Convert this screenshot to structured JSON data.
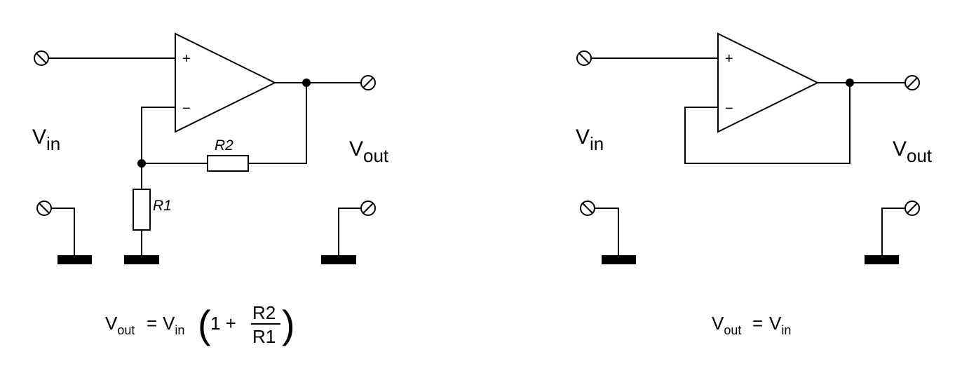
{
  "left_circuit": {
    "input_label_main": "V",
    "input_label_sub": "in",
    "output_label_main": "V",
    "output_label_sub": "out",
    "plus_sign": "+",
    "minus_sign": "−",
    "resistor_1": "R1",
    "resistor_2": "R2",
    "formula": {
      "lhs_main": "V",
      "lhs_sub": "out",
      "equals": "=",
      "rhs_main": "V",
      "rhs_sub": "in",
      "open_paren": "(",
      "one_plus": "1 +",
      "numerator": "R2",
      "denominator": "R1",
      "close_paren": ")"
    }
  },
  "right_circuit": {
    "input_label_main": "V",
    "input_label_sub": "in",
    "output_label_main": "V",
    "output_label_sub": "out",
    "plus_sign": "+",
    "minus_sign": "−",
    "formula": {
      "lhs_main": "V",
      "lhs_sub": "out",
      "equals": "=",
      "rhs_main": "V",
      "rhs_sub": "in"
    }
  }
}
